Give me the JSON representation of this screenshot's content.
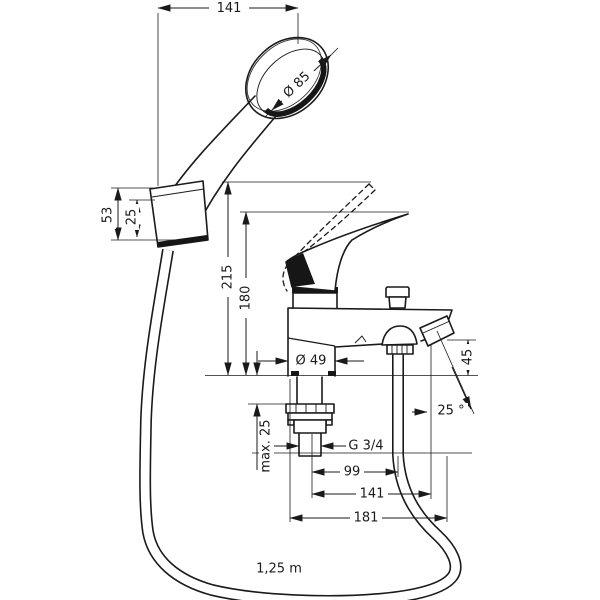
{
  "drawing": {
    "type": "technical-dimension-drawing",
    "subject": "bath mixer tap with hand shower, hose and wall holder",
    "line_color": "#1a1a1a",
    "background": "#ffffff",
    "dimensions": {
      "top_width": "141",
      "head_diameter": "Ø 85",
      "holder_height": "53",
      "holder_offset": "25",
      "overall_height": "215",
      "lever_height": "180",
      "base_diameter": "Ø 49",
      "spout_drop": "45",
      "spray_angle": "25 °",
      "deck_thickness_max": "max. 25",
      "thread_size": "G 3/4",
      "axis_to_hose": "99",
      "axis_to_tip": "141",
      "overall_width": "181",
      "hose_length": "1,25 m"
    }
  }
}
